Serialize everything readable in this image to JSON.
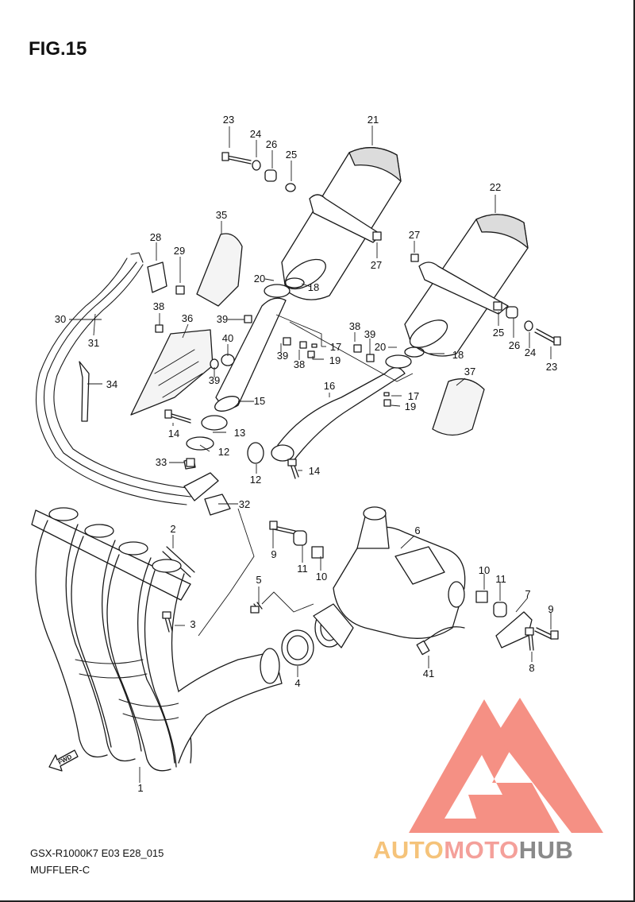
{
  "figure": {
    "title": "FIG.15"
  },
  "footer": {
    "model_code": "GSX-R1000K7 E03 E28_015",
    "caption": "MUFFLER-C"
  },
  "watermark": {
    "part_a": "AUTO",
    "part_b": "MOTO",
    "part_c": "HUB",
    "color_a": "#f5c37a",
    "color_b": "#f4a09a",
    "color_c": "#8a8a8a",
    "logo_color": "#f26b5b"
  },
  "fwd_marker": {
    "label": "FWD"
  },
  "callouts": [
    {
      "num": "1"
    },
    {
      "num": "2"
    },
    {
      "num": "3"
    },
    {
      "num": "4"
    },
    {
      "num": "5"
    },
    {
      "num": "6"
    },
    {
      "num": "7"
    },
    {
      "num": "8"
    },
    {
      "num": "9"
    },
    {
      "num": "9"
    },
    {
      "num": "10"
    },
    {
      "num": "10"
    },
    {
      "num": "11"
    },
    {
      "num": "11"
    },
    {
      "num": "12"
    },
    {
      "num": "12"
    },
    {
      "num": "13"
    },
    {
      "num": "14"
    },
    {
      "num": "14"
    },
    {
      "num": "15"
    },
    {
      "num": "16"
    },
    {
      "num": "17"
    },
    {
      "num": "17"
    },
    {
      "num": "18"
    },
    {
      "num": "18"
    },
    {
      "num": "19"
    },
    {
      "num": "19"
    },
    {
      "num": "20"
    },
    {
      "num": "20"
    },
    {
      "num": "21"
    },
    {
      "num": "22"
    },
    {
      "num": "23"
    },
    {
      "num": "23"
    },
    {
      "num": "24"
    },
    {
      "num": "24"
    },
    {
      "num": "25"
    },
    {
      "num": "25"
    },
    {
      "num": "26"
    },
    {
      "num": "26"
    },
    {
      "num": "27"
    },
    {
      "num": "27"
    },
    {
      "num": "28"
    },
    {
      "num": "29"
    },
    {
      "num": "30"
    },
    {
      "num": "31"
    },
    {
      "num": "32"
    },
    {
      "num": "33"
    },
    {
      "num": "34"
    },
    {
      "num": "35"
    },
    {
      "num": "36"
    },
    {
      "num": "37"
    },
    {
      "num": "38"
    },
    {
      "num": "38"
    },
    {
      "num": "38"
    },
    {
      "num": "39"
    },
    {
      "num": "39"
    },
    {
      "num": "39"
    },
    {
      "num": "39"
    },
    {
      "num": "40"
    },
    {
      "num": "41"
    }
  ]
}
